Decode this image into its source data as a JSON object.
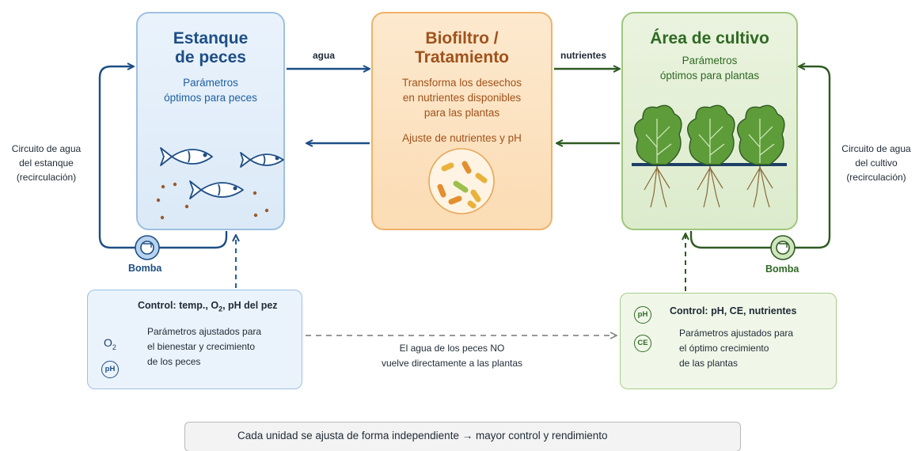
{
  "fish_unit": {
    "title_line1": "Estanque",
    "title_line2": "de peces",
    "params_line1": "Parámetros",
    "params_line2": "óptimos para peces"
  },
  "biofilter_unit": {
    "title_line1": "Biofiltro /",
    "title_line2": "Tratamiento",
    "desc_line1": "Transforma los desechos",
    "desc_line2": "en nutrientes disponibles",
    "desc_line3": "para las plantas",
    "adjust": "Ajuste de nutrientes y pH"
  },
  "crop_unit": {
    "title": "Área de cultivo",
    "params_line1": "Parámetros",
    "params_line2": "óptimos para plantas"
  },
  "flows": {
    "water": "agua",
    "nutrients": "nutrientes"
  },
  "left_loop": {
    "line1": "Circuito de agua",
    "line2": "del estanque",
    "line3": "(recirculación)",
    "pump": "Bomba"
  },
  "right_loop": {
    "line1": "Circuito de agua",
    "line2": "del cultivo",
    "line3": "(recirculación)",
    "pump": "Bomba"
  },
  "fish_control": {
    "title_prefix": "Control: temp., O",
    "title_sub": "2",
    "title_suffix": ", pH del pez",
    "o2_label": "O",
    "o2_sub": "2",
    "ph_label": "pH",
    "text_line1": "Parámetros ajustados para",
    "text_line2": "el bienestar y crecimiento",
    "text_line3": "de los peces"
  },
  "crop_control": {
    "title": "Control: pH, CE, nutrientes",
    "ph_label": "pH",
    "ce_label": "CE",
    "text_line1": "Parámetros ajustados para",
    "text_line2": "el óptimo crecimiento",
    "text_line3": "de las plantas"
  },
  "center_note": {
    "line1": "El agua de los peces NO",
    "line2": "vuelve directamente a las plantas"
  },
  "footer": {
    "text": "Cada unidad se ajusta de forma independiente → mayor control y rendimiento"
  },
  "colors": {
    "fish_accent": "#1d4e86",
    "bio_accent": "#a0521b",
    "crop_accent": "#2f6a24",
    "dashed": "#8a8a8a"
  }
}
